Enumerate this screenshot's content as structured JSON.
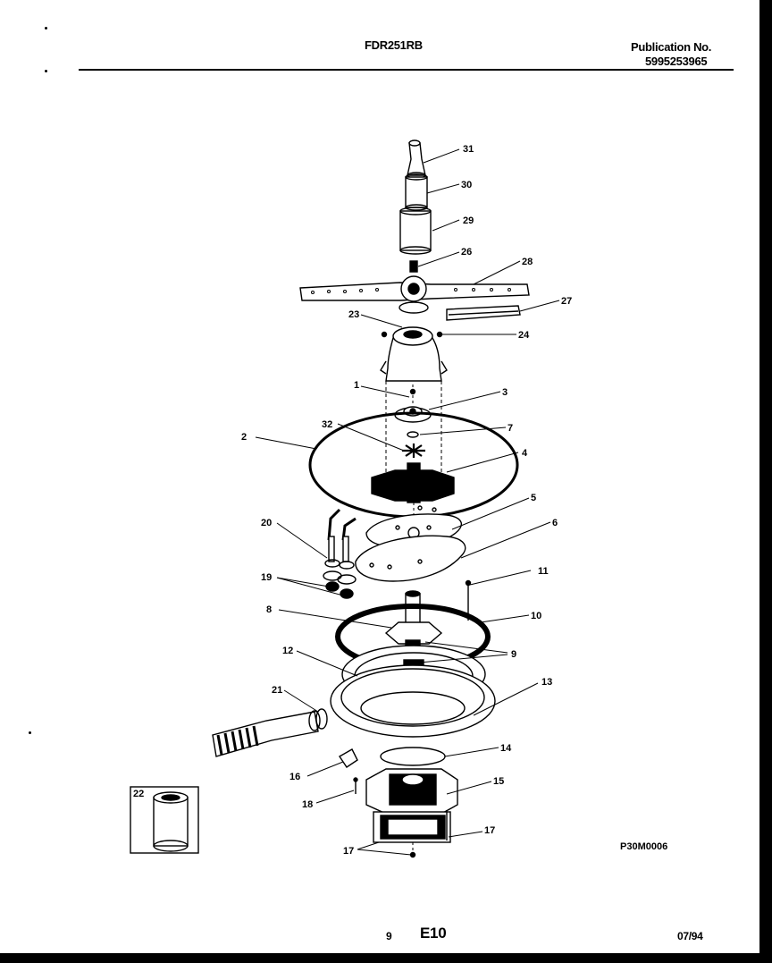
{
  "header": {
    "model": "FDR251RB",
    "publication_label": "Publication No.",
    "publication_number": "5995253965"
  },
  "diagram": {
    "callouts": [
      "31",
      "30",
      "29",
      "26",
      "28",
      "27",
      "23",
      "24",
      "1",
      "3",
      "32",
      "7",
      "2",
      "4",
      "5",
      "20",
      "6",
      "19",
      "11",
      "8",
      "10",
      "12",
      "9",
      "21",
      "13",
      "14",
      "16",
      "15",
      "18",
      "17",
      "17",
      "22"
    ],
    "code": "P30M0006"
  },
  "footer": {
    "page": "9",
    "section": "E10",
    "date": "07/94"
  }
}
